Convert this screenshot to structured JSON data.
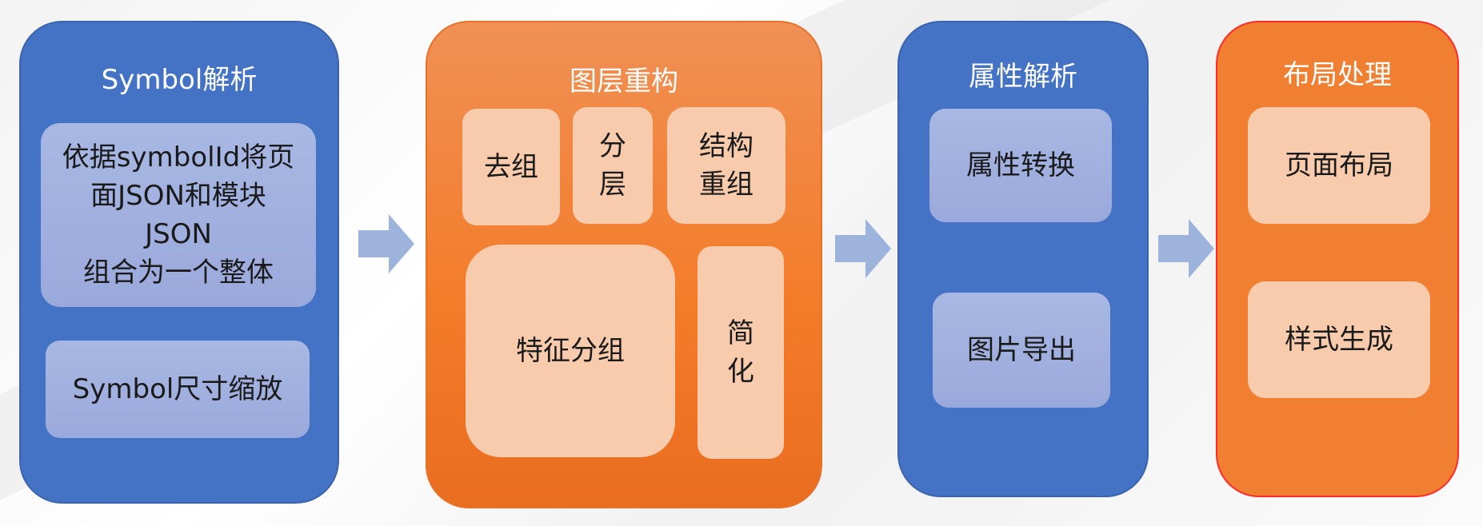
{
  "stages": [
    {
      "title": "Symbol解析",
      "boxes": [
        "依据symbolId将页\n面JSON和模块\nJSON\n组合为一个整体",
        "Symbol尺寸缩放"
      ]
    },
    {
      "title": "图层重构",
      "boxes": [
        "去组",
        "分\n层",
        "结构\n重组",
        "特征分组",
        "简\n化"
      ]
    },
    {
      "title": "属性解析",
      "boxes": [
        "属性转换",
        "图片导出"
      ]
    },
    {
      "title": "布局处理",
      "boxes": [
        "页面布局",
        "样式生成"
      ]
    }
  ],
  "colors": {
    "blue_panel": "#4472c4",
    "orange_panel": "#f07f32",
    "blue_box": "#9aa9db",
    "peach_box": "#f7cbac",
    "arrow": "#9eb3dc"
  }
}
